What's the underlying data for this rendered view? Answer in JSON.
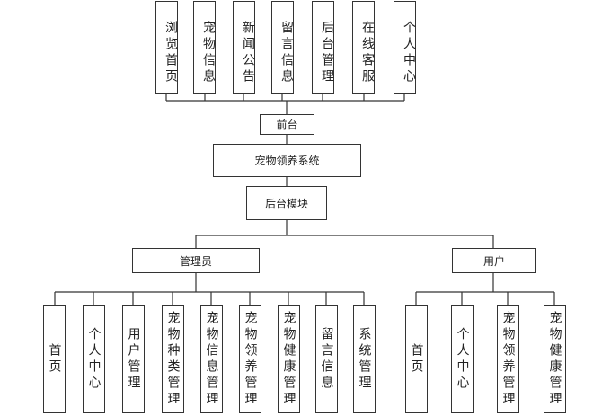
{
  "frontend_items": [
    "浏览首页",
    "宠物信息",
    "新闻公告",
    "留言信息",
    "后台管理",
    "在线客服",
    "个人中心"
  ],
  "frontend": "前台",
  "system": "宠物领养系统",
  "backend": "后台模块",
  "admin": {
    "label": "管理员",
    "items": [
      "首页",
      "个人中心",
      "用户管理",
      "宠物种类管理",
      "宠物信息管理",
      "宠物领养管理",
      "宠物健康管理",
      "留言信息",
      "系统管理"
    ]
  },
  "user": {
    "label": "用户",
    "items": [
      "首页",
      "个人中心",
      "宠物领养管理",
      "宠物健康管理"
    ]
  }
}
